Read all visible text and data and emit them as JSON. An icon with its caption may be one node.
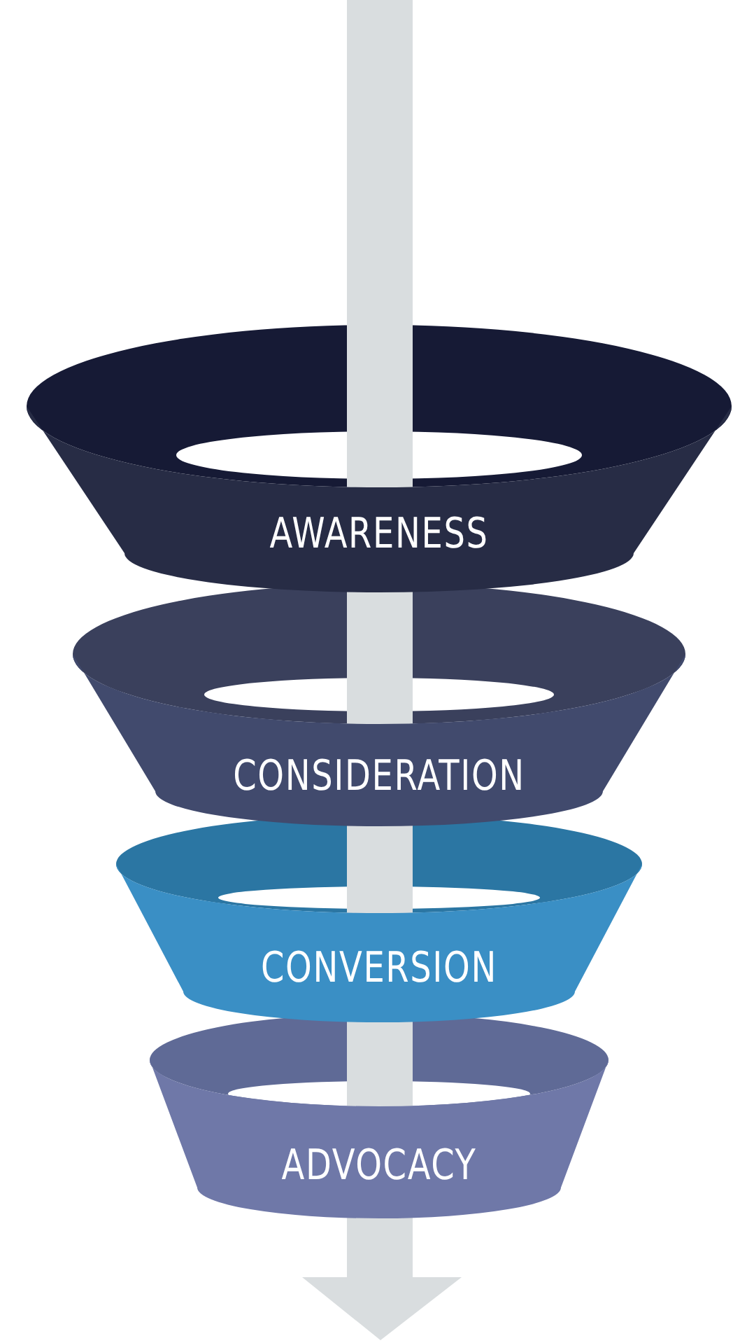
{
  "diagram": {
    "nodes": [
      {
        "text": [
          "AWARENESS"
        ]
      },
      {
        "text": [
          "CONSIDERATION"
        ]
      },
      {
        "text": [
          "CONVERSION"
        ]
      },
      {
        "text": [
          "ADVOCACY"
        ]
      }
    ]
  }
}
